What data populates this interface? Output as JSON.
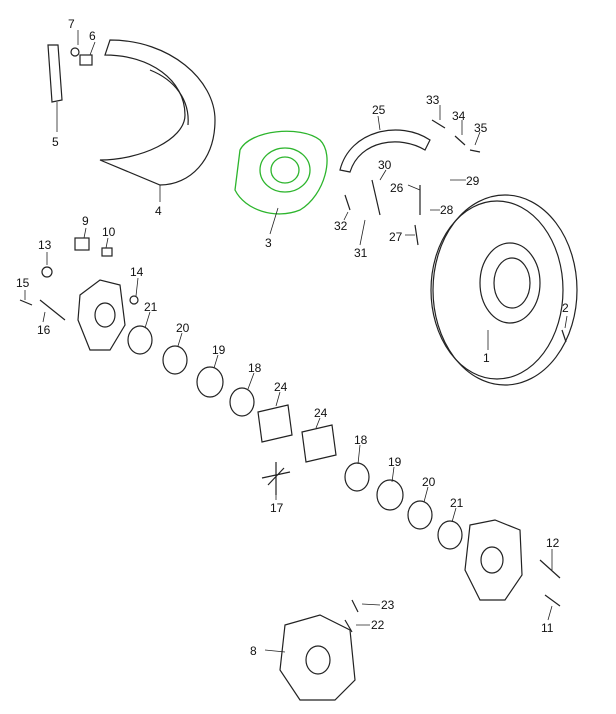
{
  "diagram": {
    "title": "",
    "highlight_color": "#2db52d",
    "callouts": {
      "c1": "1",
      "c2": "2",
      "c3": "3",
      "c4": "4",
      "c5": "5",
      "c6": "6",
      "c7": "7",
      "c8": "8",
      "c9": "9",
      "c10": "10",
      "c11": "11",
      "c12": "12",
      "c13": "13",
      "c14": "14",
      "c15": "15",
      "c16": "16",
      "c17": "17",
      "c18a": "18",
      "c18b": "18",
      "c19a": "19",
      "c19b": "19",
      "c20a": "20",
      "c20b": "20",
      "c21a": "21",
      "c21b": "21",
      "c22": "22",
      "c23": "23",
      "c24a": "24",
      "c24b": "24",
      "c25": "25",
      "c26": "26",
      "c27": "27",
      "c28": "28",
      "c29": "29",
      "c30": "30",
      "c31": "31",
      "c32": "32",
      "c33": "33",
      "c34": "34",
      "c35": "35"
    }
  }
}
